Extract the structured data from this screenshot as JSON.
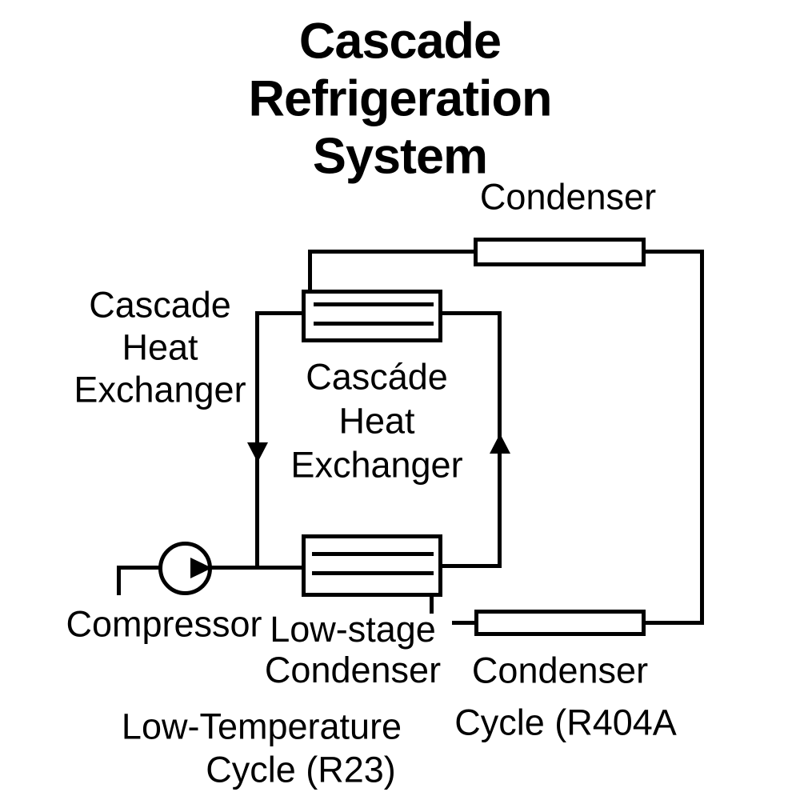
{
  "title": "Cascade Refrigeration\nSystem",
  "labels": {
    "condenser_top": "Condenser",
    "cascade_heat_exchanger_outer": "Cascade\nHeat\nExchanger",
    "cascade_heat_exchanger_inner": "Cascáde\nHeat\nExchanger",
    "compressor": "Compressor",
    "low_stage_condenser": "Low-stage\nCondenser",
    "condenser_bottom": "Condenser",
    "low_temperature_cycle_line1": "Low-Temperature",
    "low_temperature_cycle_line2": "Cycle (R23)",
    "high_temperature_cycle": "Cycle (R404A"
  },
  "colors": {
    "background": "#ffffff",
    "line": "#000000",
    "text": "#000000"
  },
  "components": {
    "condenser_top": "condenser-box",
    "cascade_heat_exchanger": "heat-exchanger-box",
    "low_stage_condenser": "heat-exchanger-box",
    "condenser_bottom": "condenser-box",
    "compressor": "circle-with-right-triangle",
    "flow_arrow_left_rail": "down",
    "flow_arrow_right_rail": "up"
  }
}
